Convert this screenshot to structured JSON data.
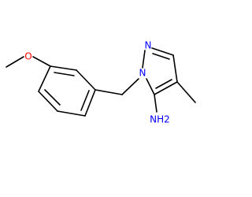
{
  "molecule": {
    "atoms": [
      {
        "id": "O",
        "label": "O",
        "color": "#ff0000"
      },
      {
        "id": "N2",
        "label": "N",
        "color": "#0000ff"
      },
      {
        "id": "N1",
        "label": "N",
        "color": "#0000ff"
      },
      {
        "id": "NH2",
        "label": "NH2",
        "color": "#0000ff"
      }
    ]
  }
}
